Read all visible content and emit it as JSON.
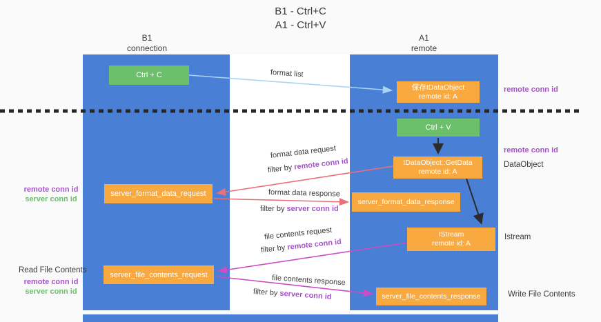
{
  "title": {
    "line1": "B1 - Ctrl+C",
    "line2": "A1 - Ctrl+V"
  },
  "columns": {
    "left": {
      "title": "B1",
      "subtitle": "connection"
    },
    "right": {
      "title": "A1",
      "subtitle": "remote"
    }
  },
  "boxes": {
    "ctrl_c": {
      "label": "Ctrl + C"
    },
    "ctrl_v": {
      "label": "Ctrl + V"
    },
    "save_dataobject": {
      "line1": "保存IDataObject",
      "line2": "remote id: A"
    },
    "getdata": {
      "line1": "IDataObject::GetData",
      "line2": "remote id: A"
    },
    "istream": {
      "line1": "IStream",
      "line2": "remote id: A"
    },
    "format_request": {
      "label": "server_format_data_request"
    },
    "format_response": {
      "label": "server_format_data_response"
    },
    "file_request": {
      "label": "server_file_contents_request"
    },
    "file_response": {
      "label": "server_file_contents_response"
    }
  },
  "edge_labels": {
    "format_list": "format list",
    "format_data_request": "format data request",
    "format_data_response": "format data response",
    "file_contents_request": "file contents request",
    "file_contents_response": "file contents response",
    "filter_by": "filter by",
    "remote_conn_id": "remote conn id",
    "server_conn_id": "server conn id"
  },
  "side_labels": {
    "remote_conn_id_top": "remote conn id",
    "remote_conn_id_mid": "remote conn id",
    "dataobject": "DataObject",
    "istream": "Istream",
    "write_file_contents": "Write File Contents",
    "read_file_contents": "Read File Contents",
    "left_remote_conn_id_1": "remote conn id",
    "left_server_conn_id_1": "server conn id",
    "left_remote_conn_id_2": "remote conn id",
    "left_server_conn_id_2": "server conn id"
  },
  "colors": {
    "column_blue": "#4a7fd6",
    "box_orange": "#f8a93f",
    "box_green": "#6cbf6b",
    "arrow_red": "#e8707a",
    "arrow_magenta": "#cb4dc8",
    "arrow_lightblue": "#a9d4f2",
    "arrow_black": "#2b2b2b",
    "text_purple": "#a653c8",
    "text_green": "#6cbf6b"
  }
}
